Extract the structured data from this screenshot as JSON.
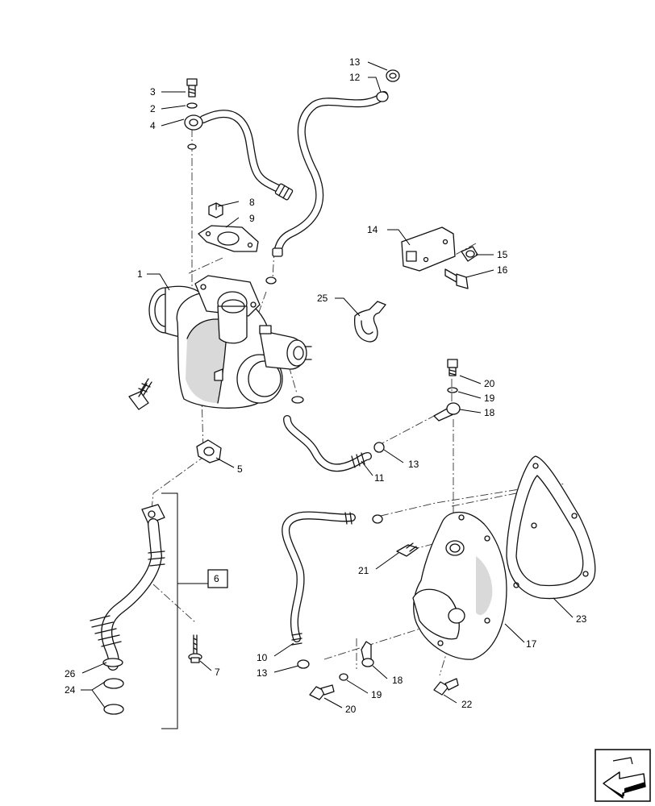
{
  "callouts": {
    "c1": "1",
    "c2": "2",
    "c3": "3",
    "c4": "4",
    "c5": "5",
    "c6": "6",
    "c7": "7",
    "c8": "8",
    "c9": "9",
    "c10": "10",
    "c11": "11",
    "c12": "12",
    "c13a": "13",
    "c13b": "13",
    "c13c": "13",
    "c14": "14",
    "c15": "15",
    "c16": "16",
    "c17": "17",
    "c18a": "18",
    "c18b": "18",
    "c19a": "19",
    "c19b": "19",
    "c20a": "20",
    "c20b": "20",
    "c21": "21",
    "c22": "22",
    "c23": "23",
    "c24": "24",
    "c25": "25",
    "c26": "26"
  },
  "icons": {
    "nav": "arrow-navigation-icon"
  }
}
